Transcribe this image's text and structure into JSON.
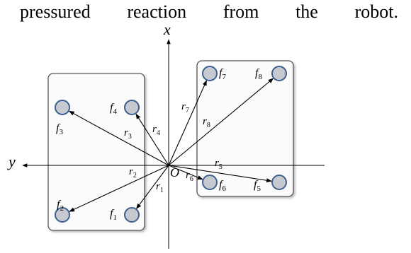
{
  "caption_words": [
    "pressured",
    "reaction",
    "from",
    "the",
    "robot."
  ],
  "axes": {
    "x": "x",
    "y": "y",
    "origin": "O"
  },
  "force_labels": [
    {
      "id": "1",
      "base": "f",
      "sub": "1"
    },
    {
      "id": "2",
      "base": "f",
      "sub": "2"
    },
    {
      "id": "3",
      "base": "f",
      "sub": "3"
    },
    {
      "id": "4",
      "base": "f",
      "sub": "4"
    },
    {
      "id": "5",
      "base": "f",
      "sub": "5"
    },
    {
      "id": "6",
      "base": "f",
      "sub": "6"
    },
    {
      "id": "7",
      "base": "f",
      "sub": "7"
    },
    {
      "id": "8",
      "base": "f",
      "sub": "8"
    }
  ],
  "vector_labels": [
    {
      "id": "1",
      "base": "r",
      "sub": "1"
    },
    {
      "id": "2",
      "base": "r",
      "sub": "2"
    },
    {
      "id": "3",
      "base": "r",
      "sub": "3"
    },
    {
      "id": "4",
      "base": "r",
      "sub": "4"
    },
    {
      "id": "5",
      "base": "r",
      "sub": "5"
    },
    {
      "id": "6",
      "base": "r",
      "sub": "6"
    },
    {
      "id": "7",
      "base": "r",
      "sub": "7"
    },
    {
      "id": "8",
      "base": "r",
      "sub": "8"
    }
  ],
  "colors": {
    "contact_fill": "#c6c9cf",
    "contact_stroke": "#3f5f8f",
    "plate_fill": "#fbfbfb",
    "plate_stroke": "#555555",
    "arrow": "#000000"
  }
}
